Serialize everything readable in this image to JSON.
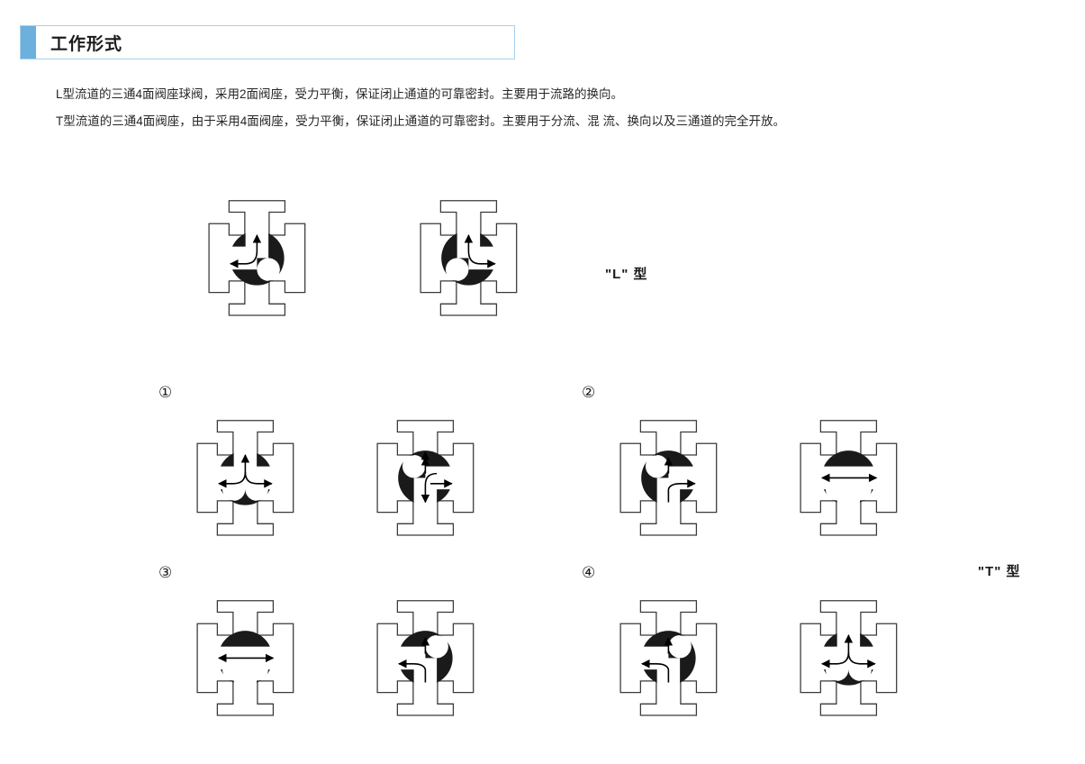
{
  "header": {
    "title": "工作形式",
    "accent_color": "#6cb0dd",
    "border_color": "#a8d2ec"
  },
  "intro": {
    "lines": [
      "L型流道的三通4面阀座球阀，采用2面阀座，受力平衡，保证闭止通道的可靠密封。主要用于流路的换向。",
      "T型流道的三通4面阀座，由于采用4面阀座，受力平衡，保证闭止通道的可靠密封。主要用于分流、混 流、换向以及三通道的完全开放。"
    ]
  },
  "labels": {
    "l_type": "\"L\" 型",
    "t_type": "\"T\" 型",
    "marker_1": "①",
    "marker_2": "②",
    "marker_3": "③",
    "marker_4": "④"
  },
  "diagram": {
    "ball_color": "#1a1a1a",
    "body_stroke": "#333333",
    "arrow_color": "#000000",
    "valves": [
      {
        "id": "l-type-valve-a",
        "group": "L",
        "ball": "right",
        "flow": "top-to-left",
        "description": "L型流道：介质由上部通道流入，经球体转向左侧通道流出"
      },
      {
        "id": "l-type-valve-b",
        "group": "L",
        "ball": "left",
        "flow": "right-to-top",
        "description": "L型流道：介质由右侧通道流入，经球体转向上部通道流出"
      },
      {
        "id": "t-type-valve-1a",
        "group": "T",
        "marker": "①",
        "ball": "bottom",
        "flow": "top-split-lr",
        "description": "T型流道①：上部进流，分流至左右两侧通道"
      },
      {
        "id": "t-type-valve-1b",
        "group": "T",
        "marker": "①",
        "ball": "left",
        "flow": "bottom-to-right",
        "description": "T型流道①：下部进流，转向右侧通道流出"
      },
      {
        "id": "t-type-valve-2a",
        "group": "T",
        "marker": "②",
        "ball": "left",
        "flow": "bottom-to-right",
        "description": "T型流道②：下部进流，转向右侧通道流出"
      },
      {
        "id": "t-type-valve-2b",
        "group": "T",
        "marker": "②",
        "ball": "top",
        "flow": "straight-lr",
        "description": "T型流道②：左右通道直通，上部通道关闭"
      },
      {
        "id": "t-type-valve-3a",
        "group": "T",
        "marker": "③",
        "ball": "top",
        "flow": "straight-lr",
        "description": "T型流道③：左右通道直通，上部通道关闭"
      },
      {
        "id": "t-type-valve-3b",
        "group": "T",
        "marker": "③",
        "ball": "right",
        "flow": "bottom-to-left",
        "description": "T型流道③：下部进流，转向左侧通道流出"
      },
      {
        "id": "t-type-valve-4a",
        "group": "T",
        "marker": "④",
        "ball": "right",
        "flow": "bottom-to-left",
        "description": "T型流道④：下部进流，转向左侧通道流出"
      },
      {
        "id": "t-type-valve-4b",
        "group": "T",
        "marker": "④",
        "ball": "bottom",
        "flow": "top-split-lr",
        "description": "T型流道④：上部进流，分流至左右两侧通道"
      }
    ]
  }
}
